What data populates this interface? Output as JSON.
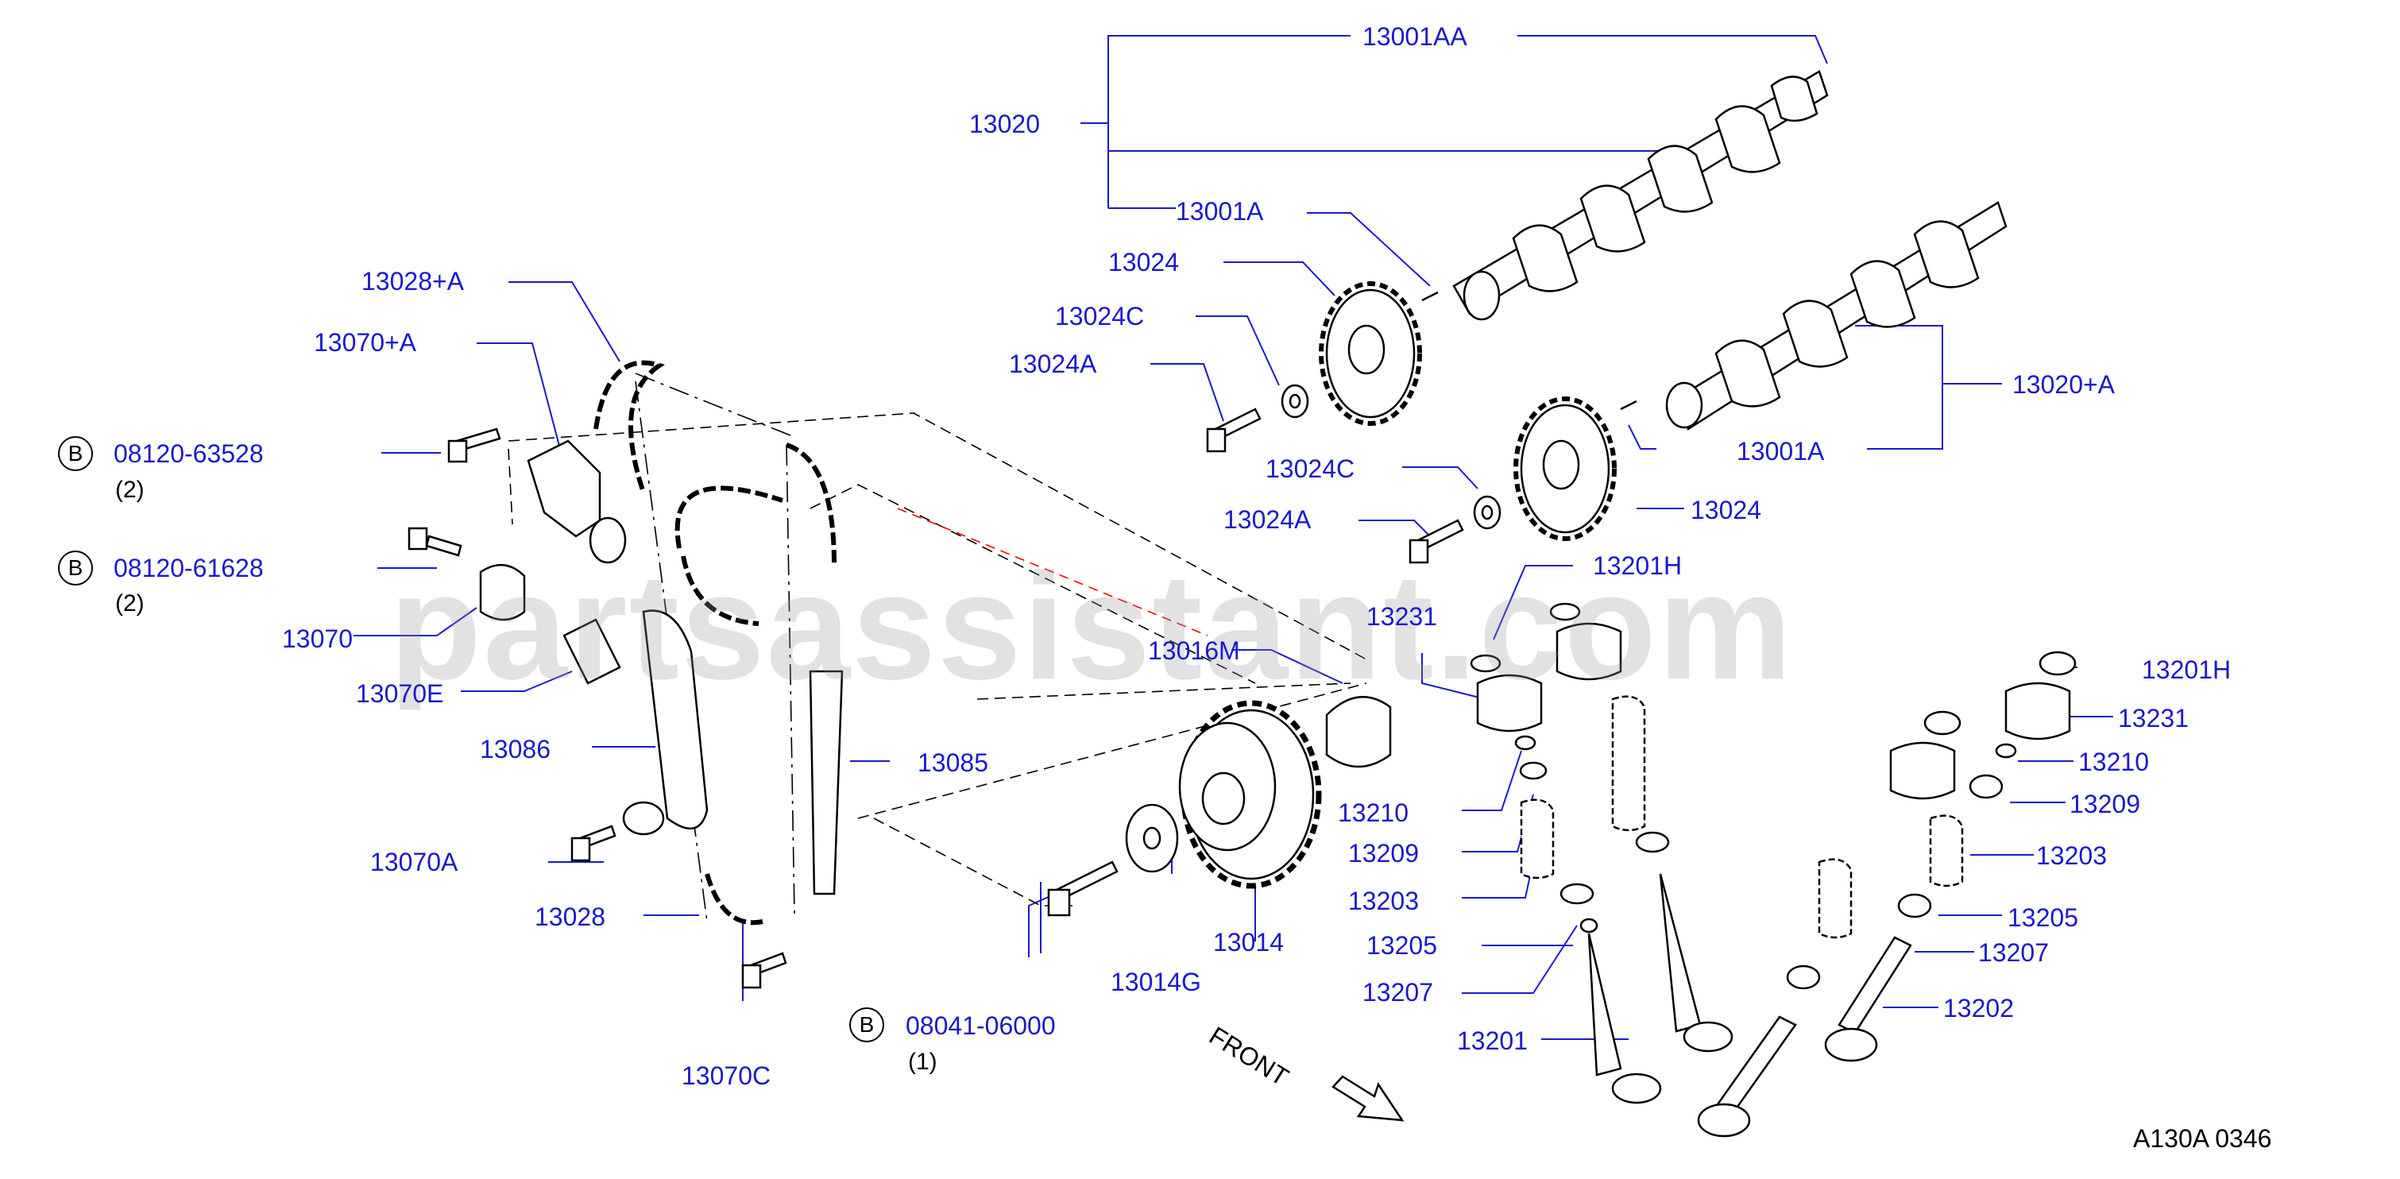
{
  "labels": {
    "p13001AA": "13001AA",
    "p13020": "13020",
    "p13001A_top": "13001A",
    "p13024_top": "13024",
    "p13024C_top": "13024C",
    "p13024A_top": "13024A",
    "p13028A": "13028+A",
    "p13070A_plus": "13070+A",
    "p08120_63528": "08120-63528",
    "p08120_61628": "08120-61628",
    "p13070": "13070",
    "p13070E": "13070E",
    "p13086": "13086",
    "p13070A": "13070A",
    "p13028": "13028",
    "p13070C": "13070C",
    "p13016M": "13016M",
    "p13085": "13085",
    "p08041_06000": "08041-06000",
    "p13014G": "13014G",
    "p13014": "13014",
    "p13020A": "13020+A",
    "p13001A_right": "13001A",
    "p13024C_mid": "13024C",
    "p13024_mid": "13024",
    "p13024A_mid": "13024A",
    "p13201H_l": "13201H",
    "p13231_l": "13231",
    "p13210_l": "13210",
    "p13209_l": "13209",
    "p13203_l": "13203",
    "p13205_l": "13205",
    "p13207_l": "13207",
    "p13201": "13201",
    "p13201H_r": "13201H",
    "p13231_r": "13231",
    "p13210_r": "13210",
    "p13209_r": "13209",
    "p13203_r": "13203",
    "p13205_r": "13205",
    "p13207_r": "13207",
    "p13202": "13202"
  },
  "qty": {
    "q1": "(2)",
    "q2": "(2)",
    "q3": "(1)"
  },
  "b_marker": "B",
  "front_text": "FRONT",
  "ref_code": "A130A   0346",
  "watermark": "partsassistant.com",
  "colors": {
    "label": "#1a1acc",
    "leader": "#1a1acc",
    "drawing": "#000000",
    "watermark": "#969696",
    "accent_dash": "#ff0000"
  }
}
